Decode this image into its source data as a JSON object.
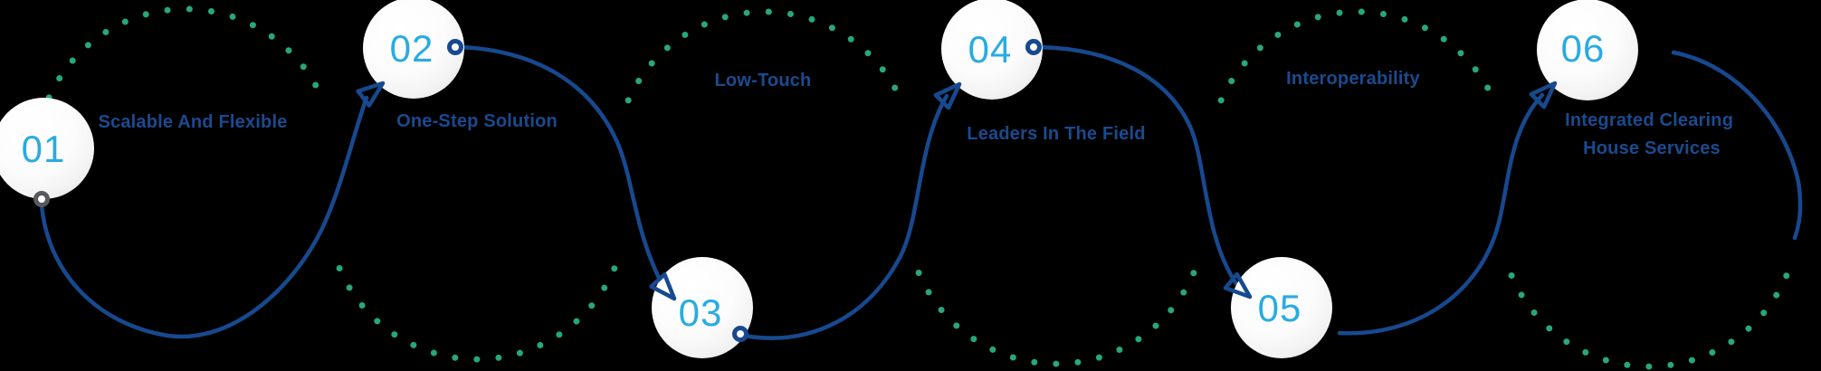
{
  "colors": {
    "background": "#000000",
    "navy": "#17498F",
    "text-navy": "#1B4A8F",
    "light-blue": "#29ABE2",
    "green": "#27A877",
    "gray": "#58595B"
  },
  "steps": [
    {
      "number": "01",
      "label": "Scalable And Flexible"
    },
    {
      "number": "02",
      "label": "One-Step Solution"
    },
    {
      "number": "03",
      "label": "Low-Touch"
    },
    {
      "number": "04",
      "label": "Leaders In The Field"
    },
    {
      "number": "05",
      "label": "Interoperability"
    },
    {
      "number": "06",
      "label_line1": "Integrated Clearing",
      "label_line2": "House Services"
    }
  ]
}
